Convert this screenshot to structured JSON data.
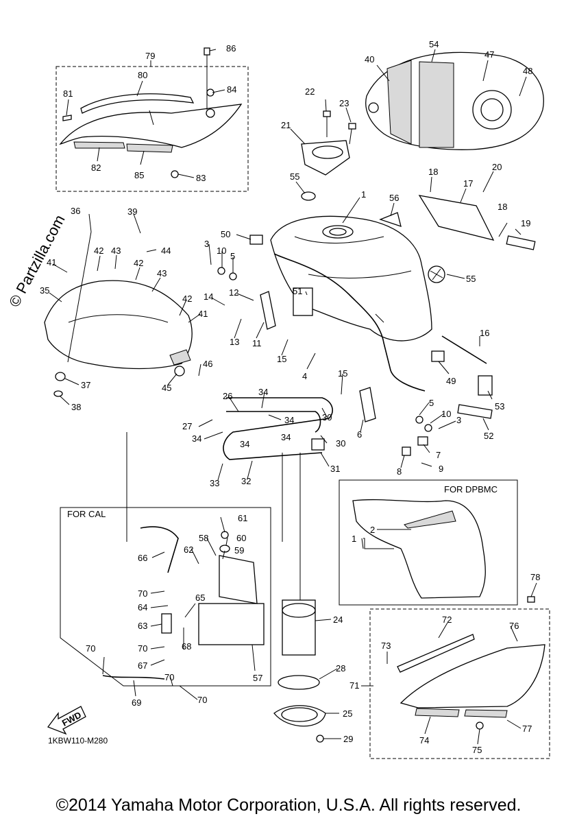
{
  "diagram": {
    "code": "1KBW110-M280",
    "copyright": "©2014 Yamaha Motor Corporation, U.S.A. All rights reserved.",
    "watermark": "© Partzilla.com",
    "fwd_label": "FWD",
    "insets": {
      "cal": "FOR CAL",
      "dpbmc": "FOR DPBMC"
    },
    "callouts": [
      "1",
      "2",
      "3",
      "4",
      "5",
      "6",
      "7",
      "8",
      "9",
      "10",
      "11",
      "12",
      "13",
      "14",
      "15",
      "16",
      "17",
      "18",
      "19",
      "20",
      "21",
      "22",
      "23",
      "24",
      "25",
      "26",
      "27",
      "28",
      "29",
      "30",
      "31",
      "32",
      "33",
      "34",
      "35",
      "36",
      "37",
      "38",
      "39",
      "40",
      "41",
      "42",
      "43",
      "44",
      "45",
      "46",
      "47",
      "48",
      "49",
      "50",
      "51",
      "52",
      "53",
      "54",
      "55",
      "56",
      "57",
      "58",
      "59",
      "60",
      "61",
      "62",
      "63",
      "64",
      "65",
      "66",
      "67",
      "68",
      "69",
      "70",
      "71",
      "72",
      "73",
      "74",
      "75",
      "76",
      "77",
      "78",
      "79",
      "80",
      "81",
      "82",
      "83",
      "84",
      "85",
      "86"
    ]
  }
}
